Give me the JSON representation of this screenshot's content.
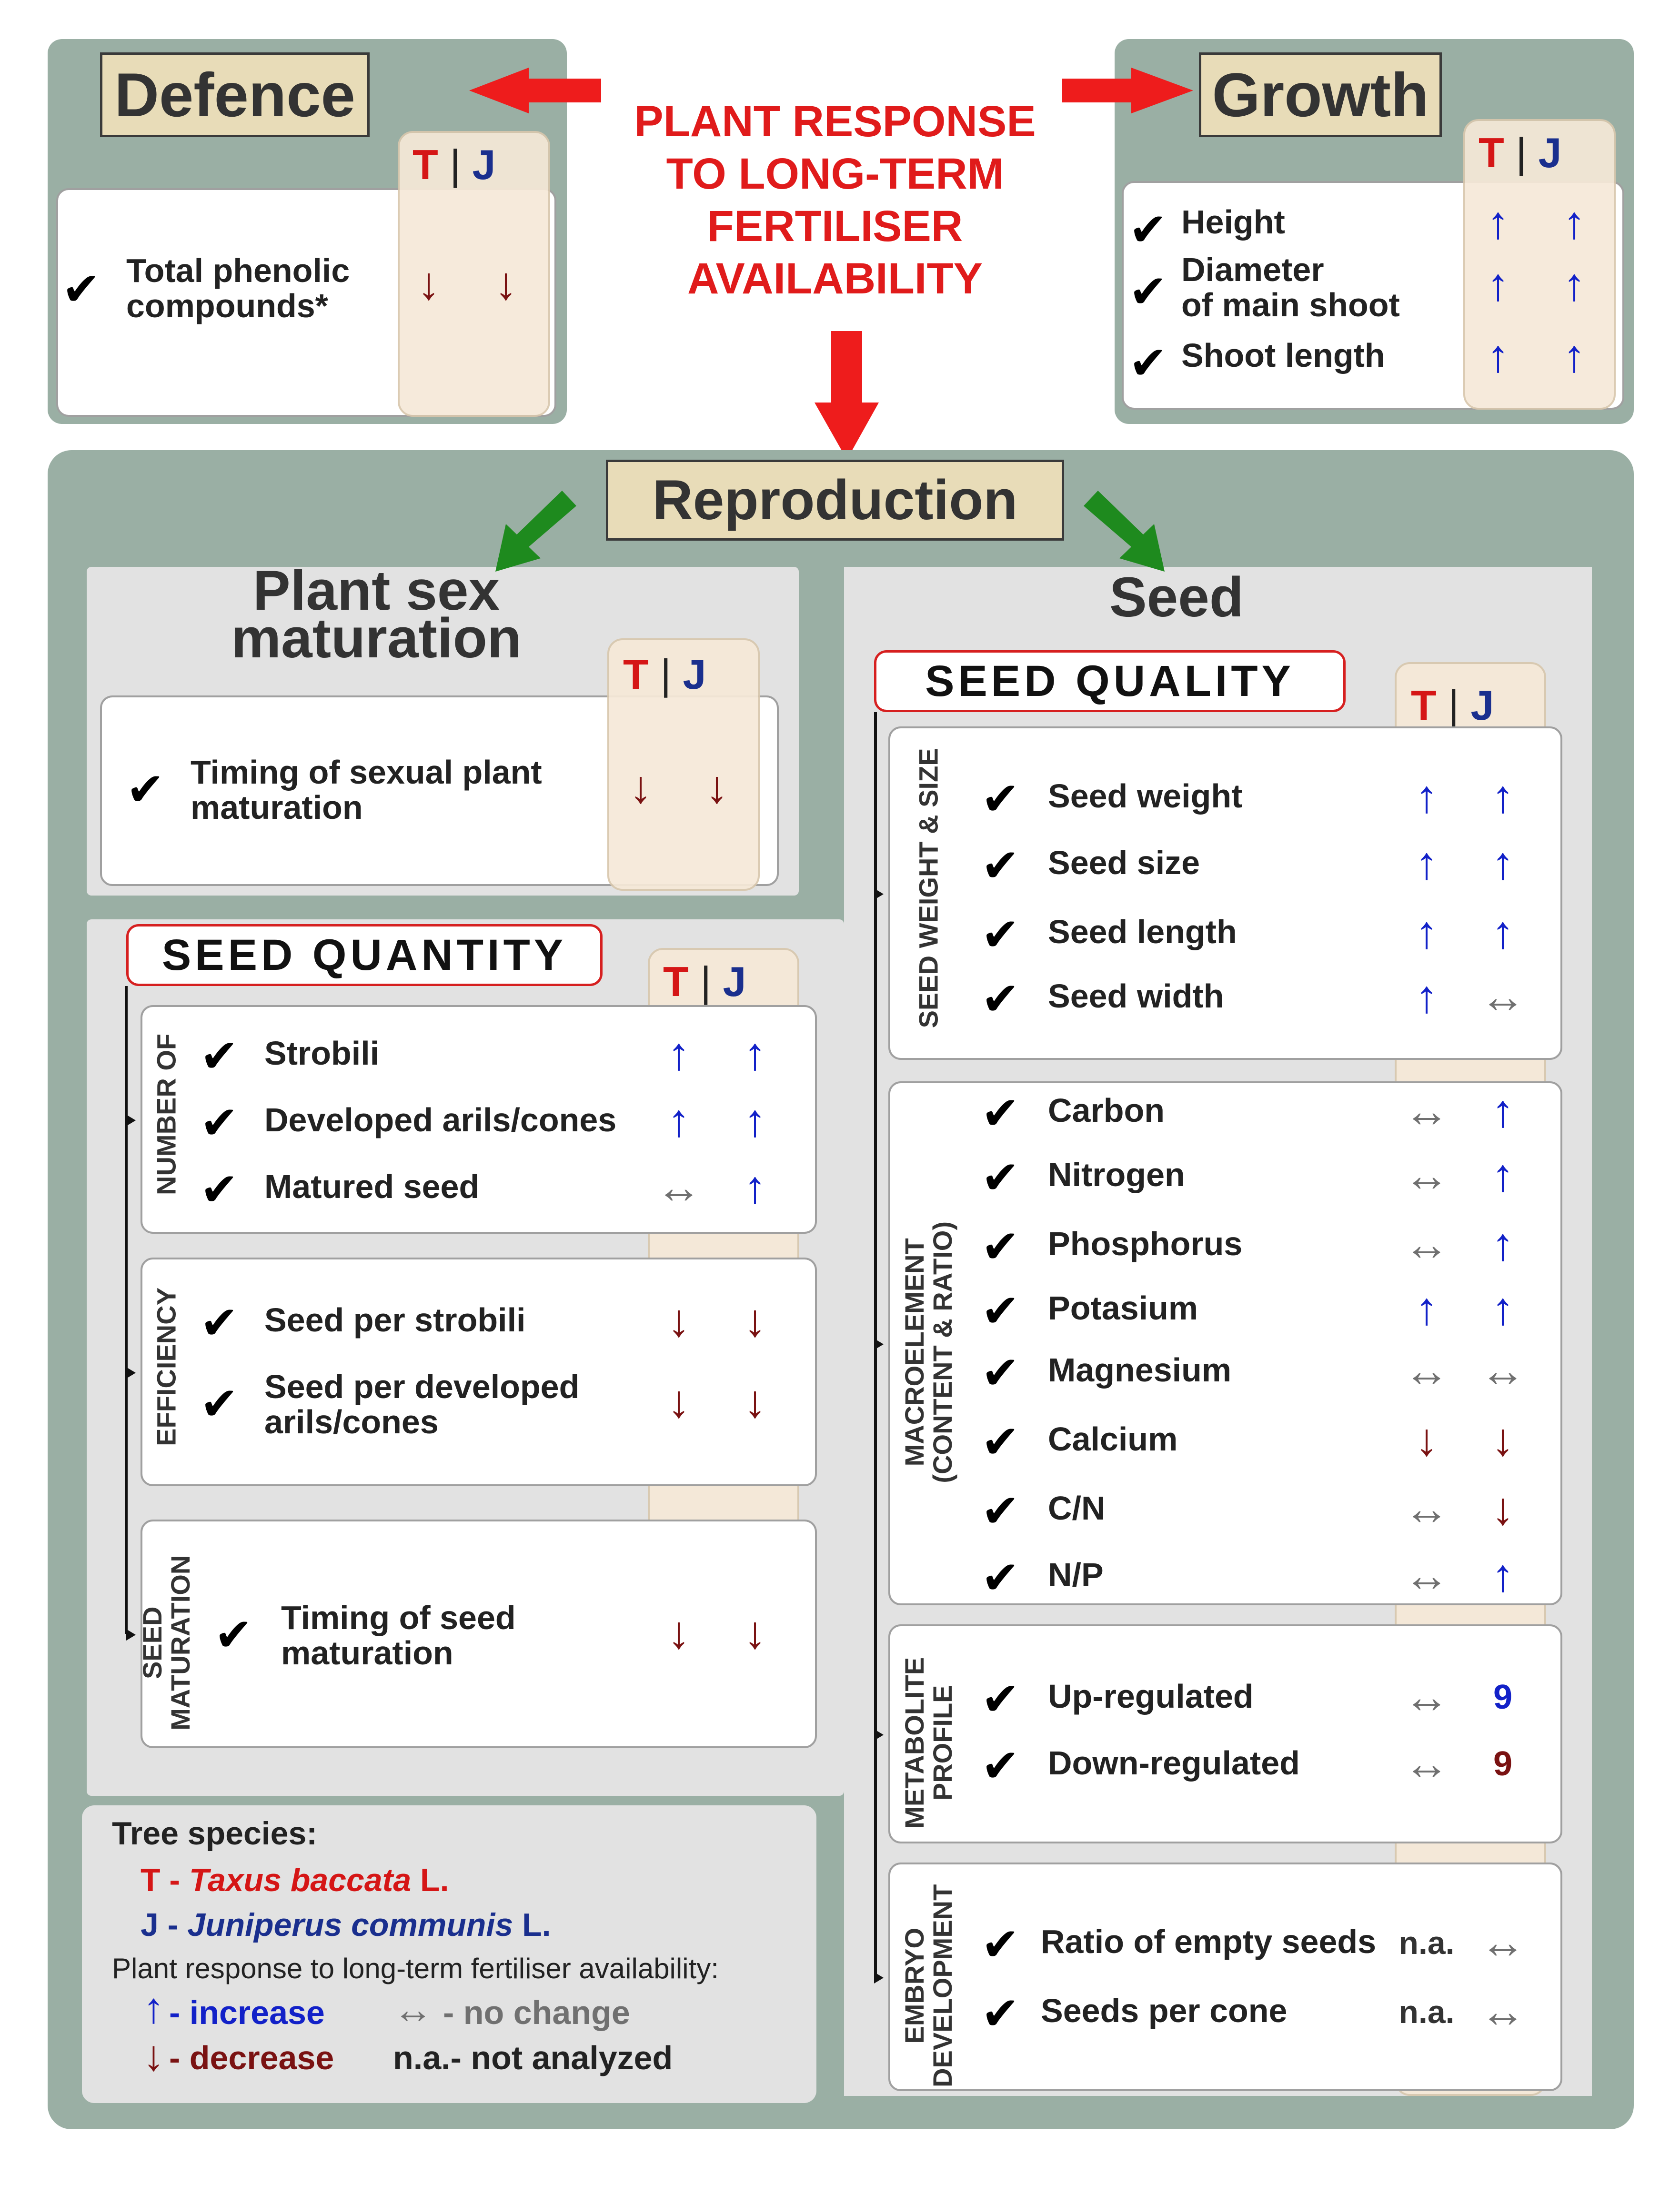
{
  "center": {
    "lines": [
      "PLANT RESPONSE",
      "TO LONG-TERM",
      "FERTILISER",
      "AVAILABILITY"
    ],
    "color": "#e01b1b"
  },
  "defence": {
    "title": "Defence",
    "item": "Total phenolic\ncompounds*",
    "t": "↓",
    "j": "↓"
  },
  "growth": {
    "title": "Growth",
    "items": [
      {
        "label": "Height",
        "t": "↑",
        "j": "↑"
      },
      {
        "label": "Diameter\nof main shoot",
        "t": "↑",
        "j": "↑"
      },
      {
        "label": "Shoot length",
        "t": "↑",
        "j": "↑"
      }
    ]
  },
  "reproduction": {
    "title": "Reproduction"
  },
  "col_header": {
    "t": "T",
    "sep": "|",
    "j": "J"
  },
  "sex": {
    "title": "Plant sex\nmaturation",
    "item": "Timing of sexual plant\nmaturation",
    "t": "↓",
    "j": "↓"
  },
  "seed_quantity": {
    "title": "SEED QUANTITY",
    "number_of": {
      "label": "NUMBER OF",
      "items": [
        {
          "label": "Strobili",
          "t": "↑",
          "j": "↑"
        },
        {
          "label": "Developed arils/cones",
          "t": "↑",
          "j": "↑"
        },
        {
          "label": "Matured seed",
          "t": "↔",
          "j": "↑"
        }
      ]
    },
    "efficiency": {
      "label": "EFFICIENCY",
      "items": [
        {
          "label": "Seed per strobili",
          "t": "↓",
          "j": "↓"
        },
        {
          "label": "Seed per developed\narils/cones",
          "t": "↓",
          "j": "↓"
        }
      ]
    },
    "maturation": {
      "label": "SEED\nMATURATION",
      "items": [
        {
          "label": "Timing of seed\nmaturation",
          "t": "↓",
          "j": "↓"
        }
      ]
    }
  },
  "seed": {
    "title": "Seed",
    "quality_title": "SEED QUALITY",
    "weight": {
      "label": "SEED WEIGHT & SIZE",
      "items": [
        {
          "label": "Seed weight",
          "t": "↑",
          "j": "↑"
        },
        {
          "label": "Seed size",
          "t": "↑",
          "j": "↑"
        },
        {
          "label": "Seed length",
          "t": "↑",
          "j": "↑"
        },
        {
          "label": "Seed width",
          "t": "↑",
          "j": "↔"
        }
      ]
    },
    "macro": {
      "label": "MACROELEMENT\n(CONTENT & RATIO)",
      "items": [
        {
          "label": "Carbon",
          "t": "↔",
          "j": "↑"
        },
        {
          "label": "Nitrogen",
          "t": "↔",
          "j": "↑"
        },
        {
          "label": "Phosphorus",
          "t": "↔",
          "j": "↑"
        },
        {
          "label": "Potasium",
          "t": "↑",
          "j": "↑"
        },
        {
          "label": "Magnesium",
          "t": "↔",
          "j": "↔"
        },
        {
          "label": "Calcium",
          "t": "↓",
          "j": "↓"
        },
        {
          "label": "C/N",
          "t": "↔",
          "j": "↓"
        },
        {
          "label": "N/P",
          "t": "↔",
          "j": "↑"
        }
      ]
    },
    "metabolite": {
      "label": "METABOLITE\nPROFILE",
      "items": [
        {
          "label": "Up-regulated",
          "t": "↔",
          "j": "9"
        },
        {
          "label": "Down-regulated",
          "t": "↔",
          "j": "9"
        }
      ]
    },
    "embryo": {
      "label": "EMBRYO\nDEVELOPMENT",
      "items": [
        {
          "label": "Ratio of empty seeds",
          "t": "n.a.",
          "j": "↔"
        },
        {
          "label": "Seeds per cone",
          "t": "n.a.",
          "j": "↔"
        }
      ]
    }
  },
  "legend": {
    "title": "Tree species:",
    "t_code": "T - ",
    "t_species": "Taxus baccata",
    "t_author": " L.",
    "j_code": "J - ",
    "j_species": "Juniperus communis",
    "j_author": " L.",
    "response_title": "Plant response to long-term fertiliser availability:",
    "increase": "- increase",
    "decrease": "- decrease",
    "no_change": " - no change",
    "not_analyzed": "n.a.- not analyzed",
    "up_symbol": "↑",
    "down_symbol": "↓",
    "nc_symbol": "↔"
  },
  "check": "✔"
}
